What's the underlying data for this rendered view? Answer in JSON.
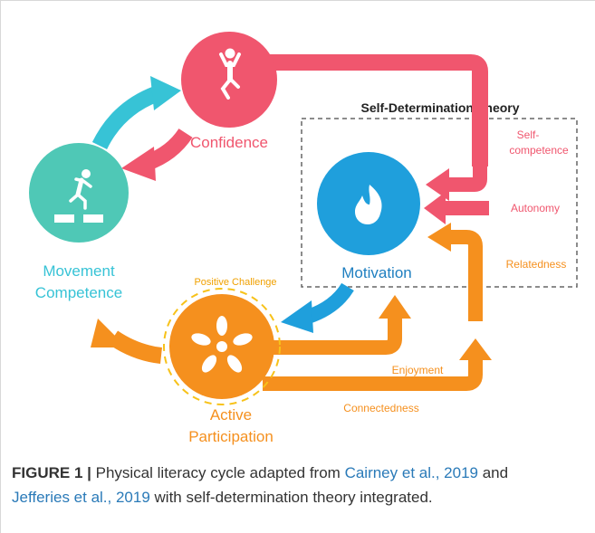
{
  "diagram": {
    "sdt_title": "Self-Determination Theory",
    "nodes": {
      "confidence": "Confidence",
      "motivation": "Motivation",
      "movement_1": "Movement",
      "movement_2": "Competence",
      "active_1": "Active",
      "active_2": "Participation"
    },
    "arrow_labels": {
      "self_competence_1": "Self-",
      "self_competence_2": "competence",
      "autonomy": "Autonomy",
      "relatedness": "Relatedness",
      "positive_challenge": "Positive Challenge",
      "enjoyment": "Enjoyment",
      "connectedness": "Connectedness"
    },
    "icons": {
      "confidence": "person-jumping-icon",
      "movement": "person-running-icon",
      "motivation": "flame-icon",
      "active": "hands-together-icon"
    },
    "colors": {
      "confidence": "#f0566e",
      "movement": "#4fc8b6",
      "motivation": "#1f9fdc",
      "active": "#f5901e",
      "cyan_arrow": "#37c3d6"
    }
  },
  "caption": {
    "figure_label": "FIGURE 1 |",
    "text_1": " Physical literacy cycle adapted from ",
    "ref_1": "Cairney et al., 2019",
    "text_2": " and ",
    "ref_2": "Jefferies et al., 2019",
    "text_3": " with self-determination theory integrated."
  }
}
